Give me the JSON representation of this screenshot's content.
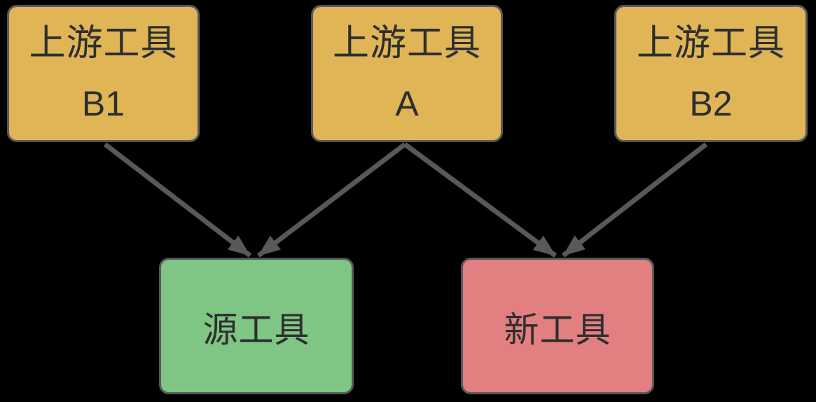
{
  "diagram": {
    "colors": {
      "background": "#000000",
      "node_border": "#58595B",
      "arrow": "#58595B",
      "text": "#2E2E30",
      "upstream_fill": "#DFB556",
      "source_fill": "#7FC584",
      "new_fill": "#E27F80"
    },
    "nodes": {
      "upstream_b1": {
        "title": "上游工具",
        "subtitle": "B1"
      },
      "upstream_a": {
        "title": "上游工具",
        "subtitle": "A"
      },
      "upstream_b2": {
        "title": "上游工具",
        "subtitle": "B2"
      },
      "source_tool": {
        "title": "源工具"
      },
      "new_tool": {
        "title": "新工具"
      }
    },
    "edges": [
      {
        "from": "upstream_b1",
        "to": "source_tool"
      },
      {
        "from": "upstream_a",
        "to": "source_tool"
      },
      {
        "from": "upstream_a",
        "to": "new_tool"
      },
      {
        "from": "upstream_b2",
        "to": "new_tool"
      }
    ]
  }
}
